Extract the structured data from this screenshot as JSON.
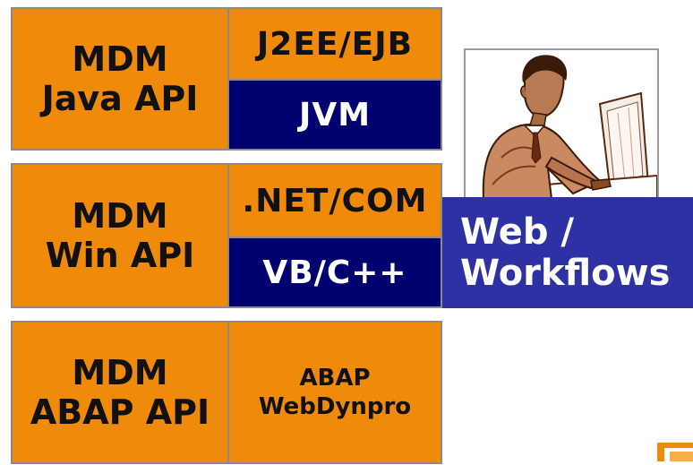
{
  "blocks": [
    {
      "api": [
        "MDM",
        "Java API"
      ],
      "top_tech": "J2EE/EJB",
      "bottom_tech": "JVM"
    },
    {
      "api": [
        "MDM",
        "Win API"
      ],
      "top_tech": ".NET/COM",
      "bottom_tech": "VB/C++"
    },
    {
      "api": [
        "MDM",
        "ABAP API"
      ],
      "tech": [
        "ABAP",
        "WebDynpro"
      ]
    }
  ],
  "web": [
    "Web /",
    "Workflows"
  ],
  "illustration_icon": "person-at-computer-icon",
  "logo_icon": "corner-logo-icon",
  "colors": {
    "orange": "#f08a0a",
    "navy": "#00006e",
    "purple": "#2e31a3"
  }
}
